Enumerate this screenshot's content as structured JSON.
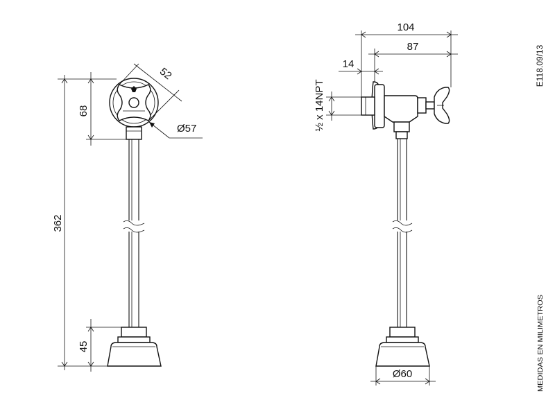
{
  "front_view": {
    "height_total": "362",
    "height_top": "68",
    "height_base": "45",
    "handle_size": "52",
    "cover_diameter": "Ø57"
  },
  "side_view": {
    "depth_total": "104",
    "depth_body": "87",
    "flange": "14",
    "thread": "½ x 14NPT",
    "base_diameter": "Ø60"
  },
  "drawing_code": "E118.09/13",
  "units_note": "MEDIDAS EN MILIMETROS"
}
